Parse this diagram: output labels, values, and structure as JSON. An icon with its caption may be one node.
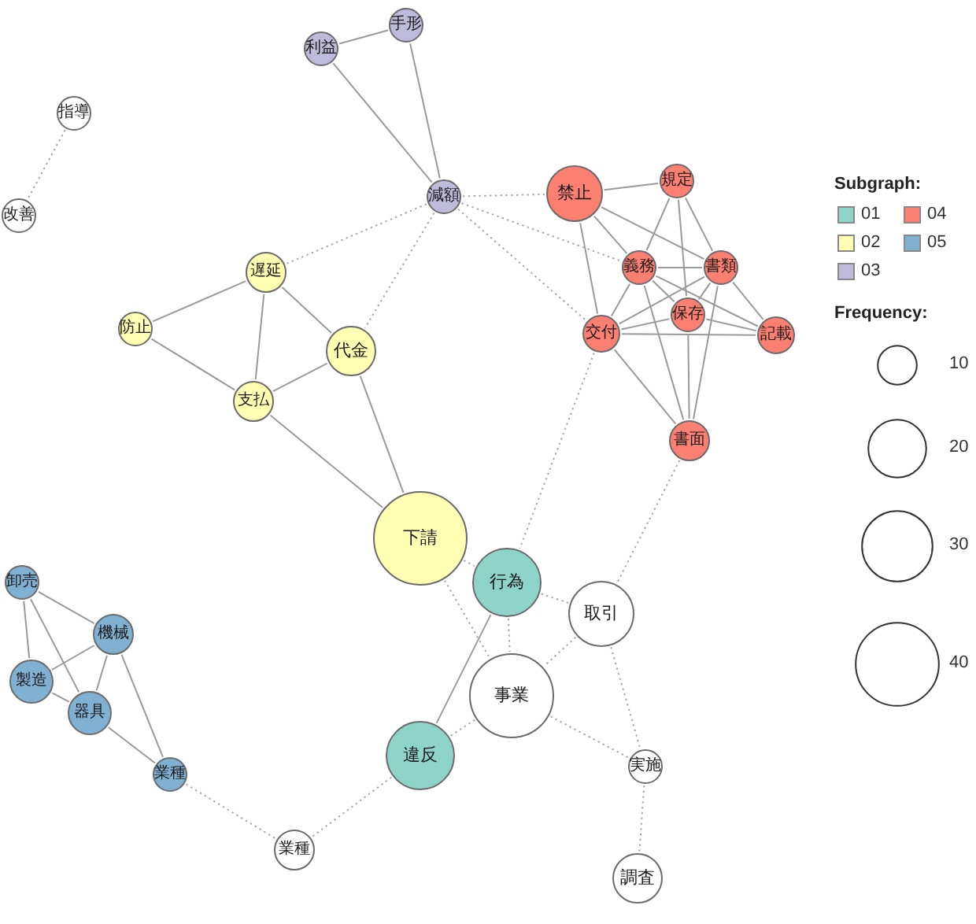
{
  "diagram": {
    "nodes": [
      {
        "text": [
          "手形"
        ]
      },
      {
        "text": [
          "利益"
        ]
      },
      {
        "text": [
          "指導"
        ]
      },
      {
        "text": [
          "改善"
        ]
      },
      {
        "text": [
          "減額"
        ]
      },
      {
        "text": [
          "禁止"
        ]
      },
      {
        "text": [
          "規定"
        ]
      },
      {
        "text": [
          "義務"
        ]
      },
      {
        "text": [
          "書類"
        ]
      },
      {
        "text": [
          "遅延"
        ]
      },
      {
        "text": [
          "防止"
        ]
      },
      {
        "text": [
          "交付"
        ]
      },
      {
        "text": [
          "保存"
        ]
      },
      {
        "text": [
          "記載"
        ]
      },
      {
        "text": [
          "代金"
        ]
      },
      {
        "text": [
          "支払"
        ]
      },
      {
        "text": [
          "書面"
        ]
      },
      {
        "text": [
          "下請"
        ]
      },
      {
        "text": [
          "卸売"
        ]
      },
      {
        "text": [
          "行為"
        ]
      },
      {
        "text": [
          "取引"
        ]
      },
      {
        "text": [
          "機械"
        ]
      },
      {
        "text": [
          "製造"
        ]
      },
      {
        "text": [
          "事業"
        ]
      },
      {
        "text": [
          "器具"
        ]
      },
      {
        "text": [
          "違反"
        ]
      },
      {
        "text": [
          "実施"
        ]
      },
      {
        "text": [
          "業種"
        ]
      },
      {
        "text": [
          "業種"
        ]
      },
      {
        "text": [
          "調査"
        ]
      }
    ],
    "edges": [
      {
        "from": 1,
        "to": 0,
        "arrow": "none"
      },
      {
        "from": 1,
        "to": 4,
        "arrow": "none"
      },
      {
        "from": 0,
        "to": 4,
        "arrow": "none"
      },
      {
        "from": 4,
        "to": 5,
        "arrow": "none",
        "style": "dashed"
      },
      {
        "from": 4,
        "to": 7,
        "arrow": "none",
        "style": "dashed"
      },
      {
        "from": 4,
        "to": 11,
        "arrow": "none",
        "style": "dashed"
      },
      {
        "from": 4,
        "to": 9,
        "arrow": "none",
        "style": "dashed"
      },
      {
        "from": 4,
        "to": 14,
        "arrow": "none",
        "style": "dashed"
      },
      {
        "from": 5,
        "to": 6,
        "arrow": "none"
      },
      {
        "from": 5,
        "to": 8,
        "arrow": "none"
      },
      {
        "from": 5,
        "to": 7,
        "arrow": "none"
      },
      {
        "from": 5,
        "to": 11,
        "arrow": "none"
      },
      {
        "from": 6,
        "to": 7,
        "arrow": "none"
      },
      {
        "from": 6,
        "to": 12,
        "arrow": "none"
      },
      {
        "from": 6,
        "to": 8,
        "arrow": "none"
      },
      {
        "from": 7,
        "to": 8,
        "arrow": "none"
      },
      {
        "from": 7,
        "to": 12,
        "arrow": "none"
      },
      {
        "from": 7,
        "to": 13,
        "arrow": "none"
      },
      {
        "from": 7,
        "to": 11,
        "arrow": "none"
      },
      {
        "from": 7,
        "to": 16,
        "arrow": "none"
      },
      {
        "from": 8,
        "to": 11,
        "arrow": "none"
      },
      {
        "from": 8,
        "to": 12,
        "arrow": "none"
      },
      {
        "from": 8,
        "to": 13,
        "arrow": "none"
      },
      {
        "from": 8,
        "to": 16,
        "arrow": "none"
      },
      {
        "from": 11,
        "to": 12,
        "arrow": "none"
      },
      {
        "from": 11,
        "to": 13,
        "arrow": "none"
      },
      {
        "from": 11,
        "to": 16,
        "arrow": "none"
      },
      {
        "from": 12,
        "to": 13,
        "arrow": "none"
      },
      {
        "from": 12,
        "to": 16,
        "arrow": "none"
      },
      {
        "from": 9,
        "to": 10,
        "arrow": "none"
      },
      {
        "from": 9,
        "to": 15,
        "arrow": "none"
      },
      {
        "from": 9,
        "to": 14,
        "arrow": "none"
      },
      {
        "from": 10,
        "to": 15,
        "arrow": "none"
      },
      {
        "from": 15,
        "to": 14,
        "arrow": "none"
      },
      {
        "from": 15,
        "to": 17,
        "arrow": "none"
      },
      {
        "from": 14,
        "to": 17,
        "arrow": "none"
      },
      {
        "from": 2,
        "to": 3,
        "arrow": "none",
        "style": "dashed"
      },
      {
        "from": 11,
        "to": 19,
        "arrow": "none",
        "style": "dashed"
      },
      {
        "from": 16,
        "to": 20,
        "arrow": "none",
        "style": "dashed"
      },
      {
        "from": 17,
        "to": 19,
        "arrow": "none",
        "style": "dashed"
      },
      {
        "from": 17,
        "to": 23,
        "arrow": "none",
        "style": "dashed"
      },
      {
        "from": 19,
        "to": 20,
        "arrow": "none",
        "style": "dashed"
      },
      {
        "from": 19,
        "to": 23,
        "arrow": "none",
        "style": "dashed"
      },
      {
        "from": 19,
        "to": 25,
        "arrow": "none"
      },
      {
        "from": 20,
        "to": 23,
        "arrow": "none",
        "style": "dashed"
      },
      {
        "from": 20,
        "to": 26,
        "arrow": "none",
        "style": "dashed"
      },
      {
        "from": 23,
        "to": 25,
        "arrow": "none",
        "style": "dashed"
      },
      {
        "from": 23,
        "to": 26,
        "arrow": "none",
        "style": "dashed"
      },
      {
        "from": 26,
        "to": 29,
        "arrow": "none",
        "style": "dashed"
      },
      {
        "from": 25,
        "to": 28,
        "arrow": "none",
        "style": "dashed"
      },
      {
        "from": 27,
        "to": 28,
        "arrow": "none",
        "style": "dashed"
      },
      {
        "from": 18,
        "to": 21,
        "arrow": "none"
      },
      {
        "from": 18,
        "to": 22,
        "arrow": "none"
      },
      {
        "from": 18,
        "to": 24,
        "arrow": "none"
      },
      {
        "from": 21,
        "to": 22,
        "arrow": "none"
      },
      {
        "from": 21,
        "to": 24,
        "arrow": "none"
      },
      {
        "from": 21,
        "to": 27,
        "arrow": "none"
      },
      {
        "from": 22,
        "to": 24,
        "arrow": "none"
      },
      {
        "from": 24,
        "to": 27,
        "arrow": "none"
      }
    ],
    "labels": [
      "Subgraph:",
      "Frequency:"
    ],
    "legend": [
      {
        "text": "01",
        "color": "#8dd3c7"
      },
      {
        "text": "02",
        "color": "#ffffb3"
      },
      {
        "text": "03",
        "color": "#bebada"
      },
      {
        "text": "04",
        "color": "#fb8072"
      },
      {
        "text": "05",
        "color": "#80b1d3"
      },
      {
        "text": "10"
      },
      {
        "text": "20"
      },
      {
        "text": "30"
      },
      {
        "text": "40"
      }
    ]
  }
}
